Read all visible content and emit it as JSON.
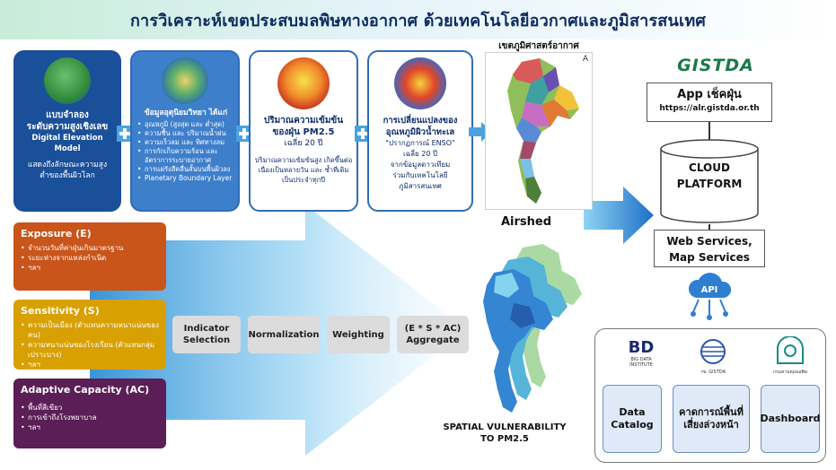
{
  "title": "การวิเคราะห์เขตประสบมลพิษทางอากาศ ด้วยเทคโนโลยีอวกาศและภูมิสารสนเทศ",
  "cards": {
    "dem": {
      "heading1": "แบบจำลอง",
      "heading2": "ระดับความสูงเชิงเลข",
      "heading3": "Digital Elevation Model",
      "desc1": "แสดงถึงลักษณะความสูง",
      "desc2": "ต่ำของพื้นผิวโลก"
    },
    "meteo": {
      "heading": "ข้อมูลอุตุนิยมวิทยา ได้แก่",
      "items": [
        "อุณหภูมิ (สูงสุด และ ต่ำสุด)",
        "ความชื้น และ ปริมาณน้ำฝน",
        "ความเร็วลม และ ทิศทางลม",
        "การกักเก็บความร้อน และ อัตราการระบายอากาศ",
        "การแผ่รังสีคลื่นสั้นบนพื้นผิวลง",
        "Planetary Boundary Layer"
      ]
    },
    "pm25": {
      "heading1": "ปริมาณความเข้มข้น",
      "heading2": "ของฝุ่น PM2.5",
      "sub": "เฉลี่ย 20 ปี",
      "desc": "ปริมาณความเข้มข้นสูง เกิดขึ้นต่อเนื่องเป็นหลายวัน และ ซ้ำที่เดิมเป็นประจำทุกปี"
    },
    "sst": {
      "heading1": "การเปลี่ยนแปลงของ",
      "heading2": "อุณหภูมิผิวน้ำทะเล",
      "line1": "\"ปรากฏการณ์ ENSO\"",
      "line2": "เฉลี่ย 20 ปี",
      "line3": "จากข้อมูลดาวเทียม",
      "line4": "ร่วมกับเทคโนโลยี",
      "line5": "ภูมิสารสนเทศ"
    }
  },
  "map": {
    "title": "เขตภูมิศาสตร์อากาศ",
    "label": "Airshed",
    "corner_letter": "A"
  },
  "factors": [
    {
      "title": "Exposure (E)",
      "color": "#c9551b",
      "items": [
        "จำนวนวันที่ค่าฝุ่นเกินมาตรฐาน",
        "ระยะห่างจากแหล่งกำเนิด",
        "ฯลฯ"
      ]
    },
    {
      "title": "Sensitivity (S)",
      "color": "#d8a000",
      "items": [
        "ความเป็นเมือง (ตัวแทนความหนาแน่นของคน)",
        "ความหนาแน่นของโรงเรียน (ตัวแทนกลุ่มเปราะบาง)",
        "ฯลฯ"
      ]
    },
    {
      "title": "Adaptive Capacity (AC)",
      "color": "#5b1e56",
      "items": [
        "พื้นที่สีเขียว",
        "การเข้าถึงโรงพยาบาล",
        "ฯลฯ"
      ]
    }
  ],
  "steps": [
    {
      "line1": "Indicator",
      "line2": "Selection"
    },
    {
      "line1": "Normalization",
      "line2": ""
    },
    {
      "line1": "Weighting",
      "line2": ""
    },
    {
      "line1": "(E * S * AC)",
      "line2": "Aggregate"
    }
  ],
  "vulnerability": {
    "line1": "SPATIAL VULNERABILITY",
    "line2": "TO PM2.5"
  },
  "platform": {
    "logo": "GISTDA",
    "app_title": "App เช็คฝุ่น",
    "app_url": "https://alr.gistda.or.th",
    "cloud_line1": "CLOUD",
    "cloud_line2": "PLATFORM",
    "services_line1": "Web Services,",
    "services_line2": "Map Services",
    "api_label": "API"
  },
  "portal": {
    "logos": [
      {
        "text": "BD",
        "caption": "BIG DATA INSTITUTE"
      },
      {
        "text": "",
        "caption": "วช. GISTDA"
      },
      {
        "text": "",
        "caption": "กรมควบคุมมลพิษ"
      }
    ],
    "buttons": [
      {
        "line1": "Data",
        "line2": "Catalog"
      },
      {
        "line1": "คาดการณ์พื้นที่",
        "line2": "เสี่ยงล่วงหน้า"
      },
      {
        "line1": "Dashboard",
        "line2": ""
      }
    ]
  },
  "colors": {
    "dark_blue": "#1a4f99",
    "mid_blue": "#3e7fcc",
    "arrow_cyan": "#3aa0e0",
    "title_text": "#0a2a5e"
  }
}
